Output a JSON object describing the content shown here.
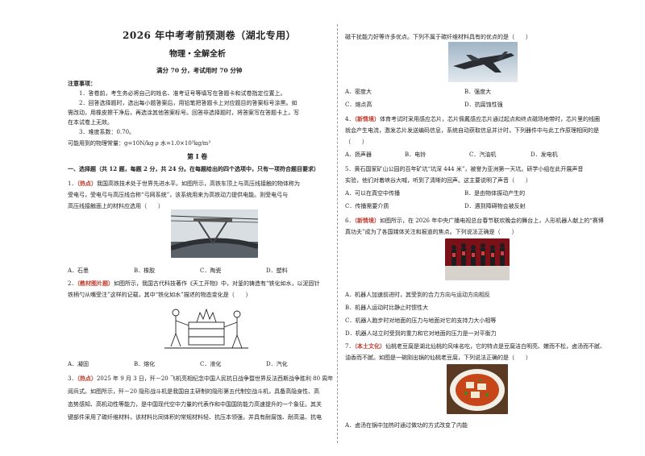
{
  "header": {
    "title": "2026 年中考考前预测卷（湖北专用）",
    "subtitle": "物理・全解全析",
    "score": "满分 70 分，考试用时 70 分钟"
  },
  "notes": {
    "heading": "注意事项：",
    "n1a": "1．答卷前，考生务必将自己的姓名、准考证号等填写在答题卡和试卷指定位置上。",
    "n2a": "2．回答选择题时，选出每小题答案后，用铅笔把答题卡上对应题目的答案标号涂黑。如",
    "n2b": "需改动，用橡皮擦干净后，再选涂其他答案标号。回答非选择题时，将答案写在答题卡上，写",
    "n2c": "在本试卷上无效。",
    "n3": "3．难度系数：0.70。",
    "constants": "可能用到的物理常量：g=10N/kg ρ 水=1.0×10³kg/m³"
  },
  "section": {
    "roll": "第 Ⅰ 卷",
    "part1": "一、选择题（共 12 题，每题 2 分，共 24 分。在每题给出的四个选项中，只有一项符合题目要求）"
  },
  "q1": {
    "num": "1．",
    "tag": "（热点）",
    "l1": "我国高铁技术处于世界先进水平。如图所示，高铁车顶上与高压线接触的物体称为",
    "l2": "受电弓，受电弓与高压线合称“弓网系统”，该系统用来为高铁动力提供电能。则受电弓与",
    "l3": "高压线接触面上的材料应选用（　　）",
    "opts": [
      "A．石墨",
      "B．橡胶",
      "C．陶瓷",
      "D．塑料"
    ]
  },
  "q2": {
    "num": "2．",
    "tag": "（教材图片题）",
    "l1": "如图所示，我国古代科技著作《天工开物》中，对釜的铸造有“铁化如水，以泥固针",
    "l2": "铁柄勺从嘴受注”这样的记载，其中“铁化如水”描述的物态变化是（　　）",
    "opts": [
      "A．凝固",
      "B．熔化",
      "C．液化",
      "D．汽化"
    ]
  },
  "q3": {
    "num": "3．",
    "tag": "（热点）",
    "l1": "2025 年 9 月 3 日，歼－20 飞机亮相纪念中国人民抗日战争暨世界反法西斯战争胜利 80 周年",
    "l2": "阅兵式。如图所示，歼－20 隐形战斗机是我国自主研制的隐形第五代制空战斗机，具备高隐身性、高",
    "l3": "态势感知、高机动性等能力，是中国现代空中力量的代表作和中国国防能力高速提升的一个象征。其关",
    "l4": "键部件采用了碳纤维材料，该材料比同体积的常规材料轻、抗压本领强，并具有耐腐蚀、耐高温、抗电",
    "l5": "磁干扰能力好等许多优点。下列不属于碳纤维材料具有的优点的是（　　）",
    "opts": [
      "A．密度大",
      "B．强度大",
      "C．熔点高",
      "D．抗腐蚀性强"
    ]
  },
  "q4": {
    "num": "4．",
    "tag": "（新情境）",
    "l1": "体育考试时采用感应芯片，芯片佩戴感应芯片通过起点和终点磁场地带时，芯片里的线圈",
    "l2": "就会产生电流，激发芯片发送编码信息，系统自动获取信息并计时，下列器件中与此工作原理相同的是",
    "l3": "（　　）",
    "opts": [
      "A．扬声器",
      "B．电铃",
      "C．汽油机",
      "D．发电机"
    ]
  },
  "q5": {
    "num": "5．",
    "l1": "黄石国家矿山公园的百年矿坑“坑深 444 米”，被誉为亚洲第一天坑。研学小组在此开展声音",
    "l2": "实验，他们对着峡谷大喊，听到了清晰的回声。这主要说明了声音（　　）",
    "opts": [
      "A．可以在真空中传播",
      "B．是由物体振动产生的",
      "C．传播需要介质",
      "D．遇到障碍物会被反射"
    ]
  },
  "q6": {
    "num": "6．",
    "tag": "（新情境）",
    "l1": "如图所示，在 2026 年中央广播电视总台春节联欢晚会的舞台上，人形机器人献上的“赛博",
    "l2": "真功夫”成为了各国媒体关注和报道的焦点。下列说法正确是（　　）",
    "opts": [
      "A．机器人加速前进时，其受到的合力方向与运动方向相反",
      "B．机器人运动时比静止时惯性大",
      "C．机器人跑步时对地面的压力与地面对它的支持力大小相等",
      "D．机器人站立时受到的重力和它对地面的压力是一对平衡力"
    ]
  },
  "q7": {
    "num": "7．",
    "tag": "（本土文化）",
    "l1": "仙桃老豆腐是湖北仙桃的风味名吃，它的特点是豆腐洁白明亮、嫩而不松，卤汤而不腻、",
    "l2": "油香而不腻。如图是一碗刚出锅的仙桃老豆腐，下列说法正确的是（　　）",
    "optA": "A．卤汤在锅中加热时通过做功的方式改变了内能"
  },
  "colors": {
    "accent": "#c0392b",
    "text": "#222222"
  }
}
